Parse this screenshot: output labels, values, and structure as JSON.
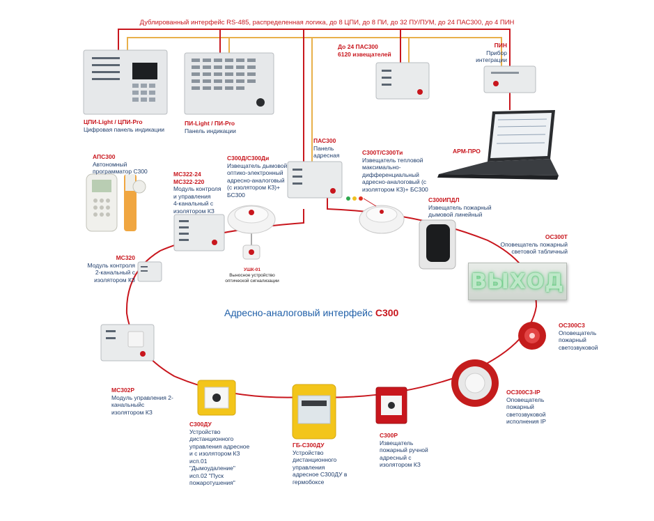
{
  "bus": {
    "title": "Дублированный интерфейс RS-485, распределенная логика, до 8 ЦПИ, до 8 ПИ, до 32 ПУ/ПУМ, до 24 ПАС300, до 4 ПИН"
  },
  "ring": {
    "title_prefix": "Адресно-аналоговый интерфейс ",
    "title_bold": "С300"
  },
  "exit_sign_text": "ВЫХОД",
  "devices": {
    "cpi": {
      "title": "ЦПИ-Light / ЦПИ-Pro",
      "desc": "Цифровая панель индикации"
    },
    "pi": {
      "title": "ПИ-Light / ПИ-Pro",
      "desc": "Панель индикации"
    },
    "pas_top": {
      "title": "До 24 ПАС300\n6120 извещателей"
    },
    "pin": {
      "title": "ПИН",
      "desc": "Прибор\nинтеграции"
    },
    "arm": {
      "title": "АРМ-ПРО"
    },
    "aps": {
      "title": "АПС300",
      "desc": "Автономный\nпрограмматор С300"
    },
    "ms322": {
      "title": "МС322-24\nМС322-220",
      "desc": "Модуль контроля\nи управления\n4-канальный с\nизолятором КЗ"
    },
    "s300d": {
      "title": "С300Д/С300Ди",
      "desc": "Извещатель дымовой\nоптико-электронный\nадресно-аналоговый\n(с изолятором КЗ)+\nБС300"
    },
    "ushk": {
      "title": "УШК-01",
      "desc": "Выносное устройство\nоптической сигнализации"
    },
    "pas300": {
      "title": "ПАС300",
      "desc": "Панель\nадресная"
    },
    "s300t": {
      "title": "С300Т/С300Ти",
      "desc": "Извещатель тепловой\nмаксимально-\nдифференциальный\nадресно-аналоговый (с\nизолятором КЗ)+ БС300"
    },
    "s300ipdl": {
      "title": "С300ИПДЛ",
      "desc": "Извещатель пожарный\nдымовой линейный"
    },
    "os300t": {
      "title": "ОС300Т",
      "desc": "Оповещатель пожарный\nсветовой табличный"
    },
    "ms320": {
      "title": "МС320",
      "desc": "Модуль контроля\n2-канальный с\nизолятором КЗ"
    },
    "os300s3": {
      "title": "ОС300С3",
      "desc": "Оповещатель\nпожарный\nсветозвуковой"
    },
    "os300s3ip": {
      "title": "ОС300С3-IP",
      "desc": "Оповещатель\nпожарный\nсветозвуковой\nисполнения IP"
    },
    "ms302r": {
      "title": "МС302Р",
      "desc": "Модуль управления 2-\nканальныйс\nизолятором КЗ"
    },
    "s300du": {
      "title": "С300ДУ",
      "desc": "Устройство\nдистанционного\nуправления адресное\nи с изолятором КЗ\nисп.01\n\"Дымоудаление\"\nисп.02 \"Пуск\nпожаротушения\""
    },
    "gb_s300du": {
      "title": "ГБ-С300ДУ",
      "desc": "Устройство\nдистанционного\nуправления\nадресное С300ДУ в\nгермобоксе"
    },
    "s300r": {
      "title": "С300Р",
      "desc": "Извещатель\nпожарный ручной\nадресный с\nизолятором КЗ"
    }
  },
  "colors": {
    "wire_red": "#c8161d",
    "wire_yellow": "#e8b04a",
    "label_blue": "#1f3d6b",
    "title_red": "#c8161d"
  }
}
